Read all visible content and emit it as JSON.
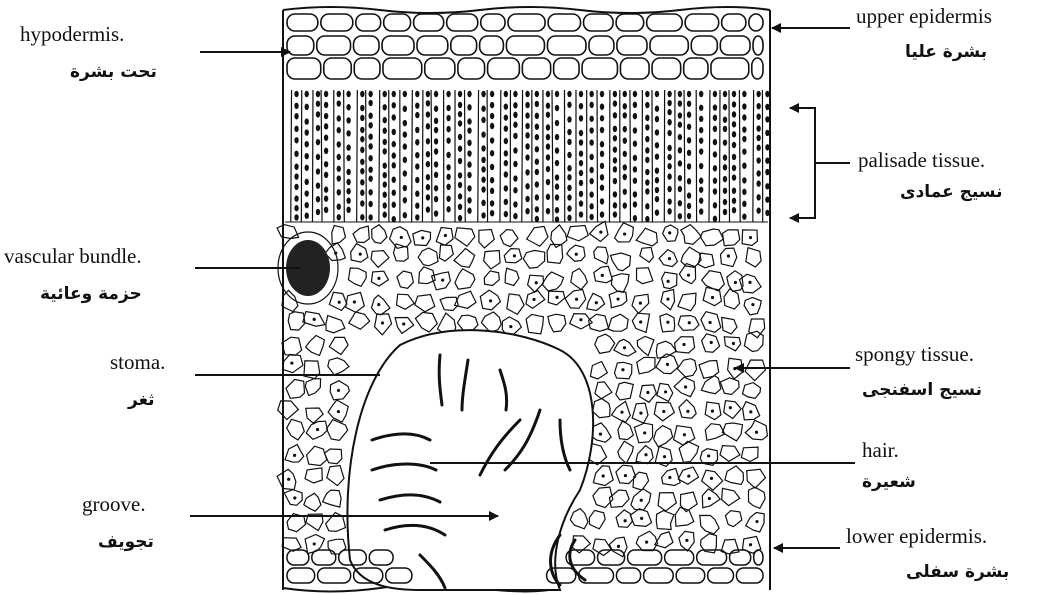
{
  "labels": {
    "hypodermis": {
      "en": "hypodermis.",
      "ar": "تحت بشرة"
    },
    "upper_epidermis": {
      "en": "upper epidermis",
      "ar": "بشرة عليا"
    },
    "palisade": {
      "en": "palisade tissue.",
      "ar": "نسيج عمادى"
    },
    "vascular": {
      "en": "vascular bundle.",
      "ar": "حزمة وعائية"
    },
    "stoma": {
      "en": "stoma.",
      "ar": "ثغر"
    },
    "spongy": {
      "en": "spongy tissue.",
      "ar": "نسيج اسفنجى"
    },
    "hair": {
      "en": "hair.",
      "ar": "شعيرة"
    },
    "groove": {
      "en": "groove.",
      "ar": "تجويف"
    },
    "lower_epidermis": {
      "en": "lower epidermis.",
      "ar": "بشرة سفلى"
    }
  }
}
